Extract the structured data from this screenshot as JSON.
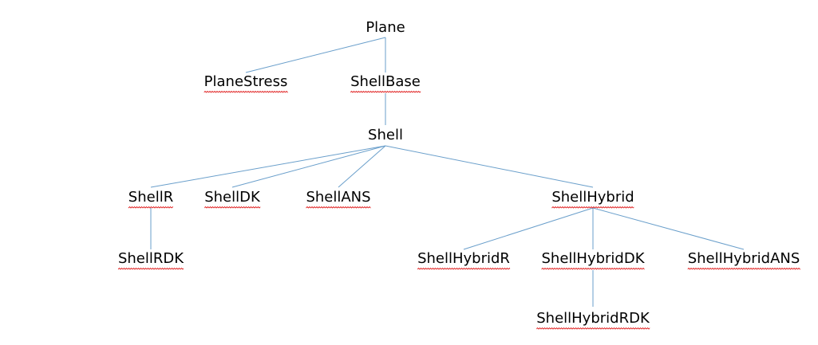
{
  "diagram": {
    "edge_color": "#6a9fcb",
    "spellcheck_underline_color": "#e02020",
    "nodes": [
      {
        "id": "plane",
        "label": "Plane",
        "spell": false
      },
      {
        "id": "planestress",
        "label": "PlaneStress",
        "spell": true
      },
      {
        "id": "shellbase",
        "label": "ShellBase",
        "spell": true
      },
      {
        "id": "shell",
        "label": "Shell",
        "spell": false
      },
      {
        "id": "shellr",
        "label": "ShellR",
        "spell": true
      },
      {
        "id": "shelldk",
        "label": "ShellDK",
        "spell": true
      },
      {
        "id": "shellans",
        "label": "ShellANS",
        "spell": true
      },
      {
        "id": "shellhybrid",
        "label": "ShellHybrid",
        "spell": true
      },
      {
        "id": "shellrdk",
        "label": "ShellRDK",
        "spell": true
      },
      {
        "id": "shellhybridr",
        "label": "ShellHybridR",
        "spell": true
      },
      {
        "id": "shellhybriddk",
        "label": "ShellHybridDK",
        "spell": true
      },
      {
        "id": "shellhybridans",
        "label": "ShellHybridANS",
        "spell": true
      },
      {
        "id": "shellhybridrdk",
        "label": "ShellHybridRDK",
        "spell": true
      }
    ],
    "edges": [
      [
        "plane",
        "planestress"
      ],
      [
        "plane",
        "shellbase"
      ],
      [
        "shellbase",
        "shell"
      ],
      [
        "shell",
        "shellr"
      ],
      [
        "shell",
        "shelldk"
      ],
      [
        "shell",
        "shellans"
      ],
      [
        "shell",
        "shellhybrid"
      ],
      [
        "shellr",
        "shellrdk"
      ],
      [
        "shellhybrid",
        "shellhybridr"
      ],
      [
        "shellhybrid",
        "shellhybriddk"
      ],
      [
        "shellhybrid",
        "shellhybridans"
      ],
      [
        "shellhybriddk",
        "shellhybridrdk"
      ]
    ]
  }
}
